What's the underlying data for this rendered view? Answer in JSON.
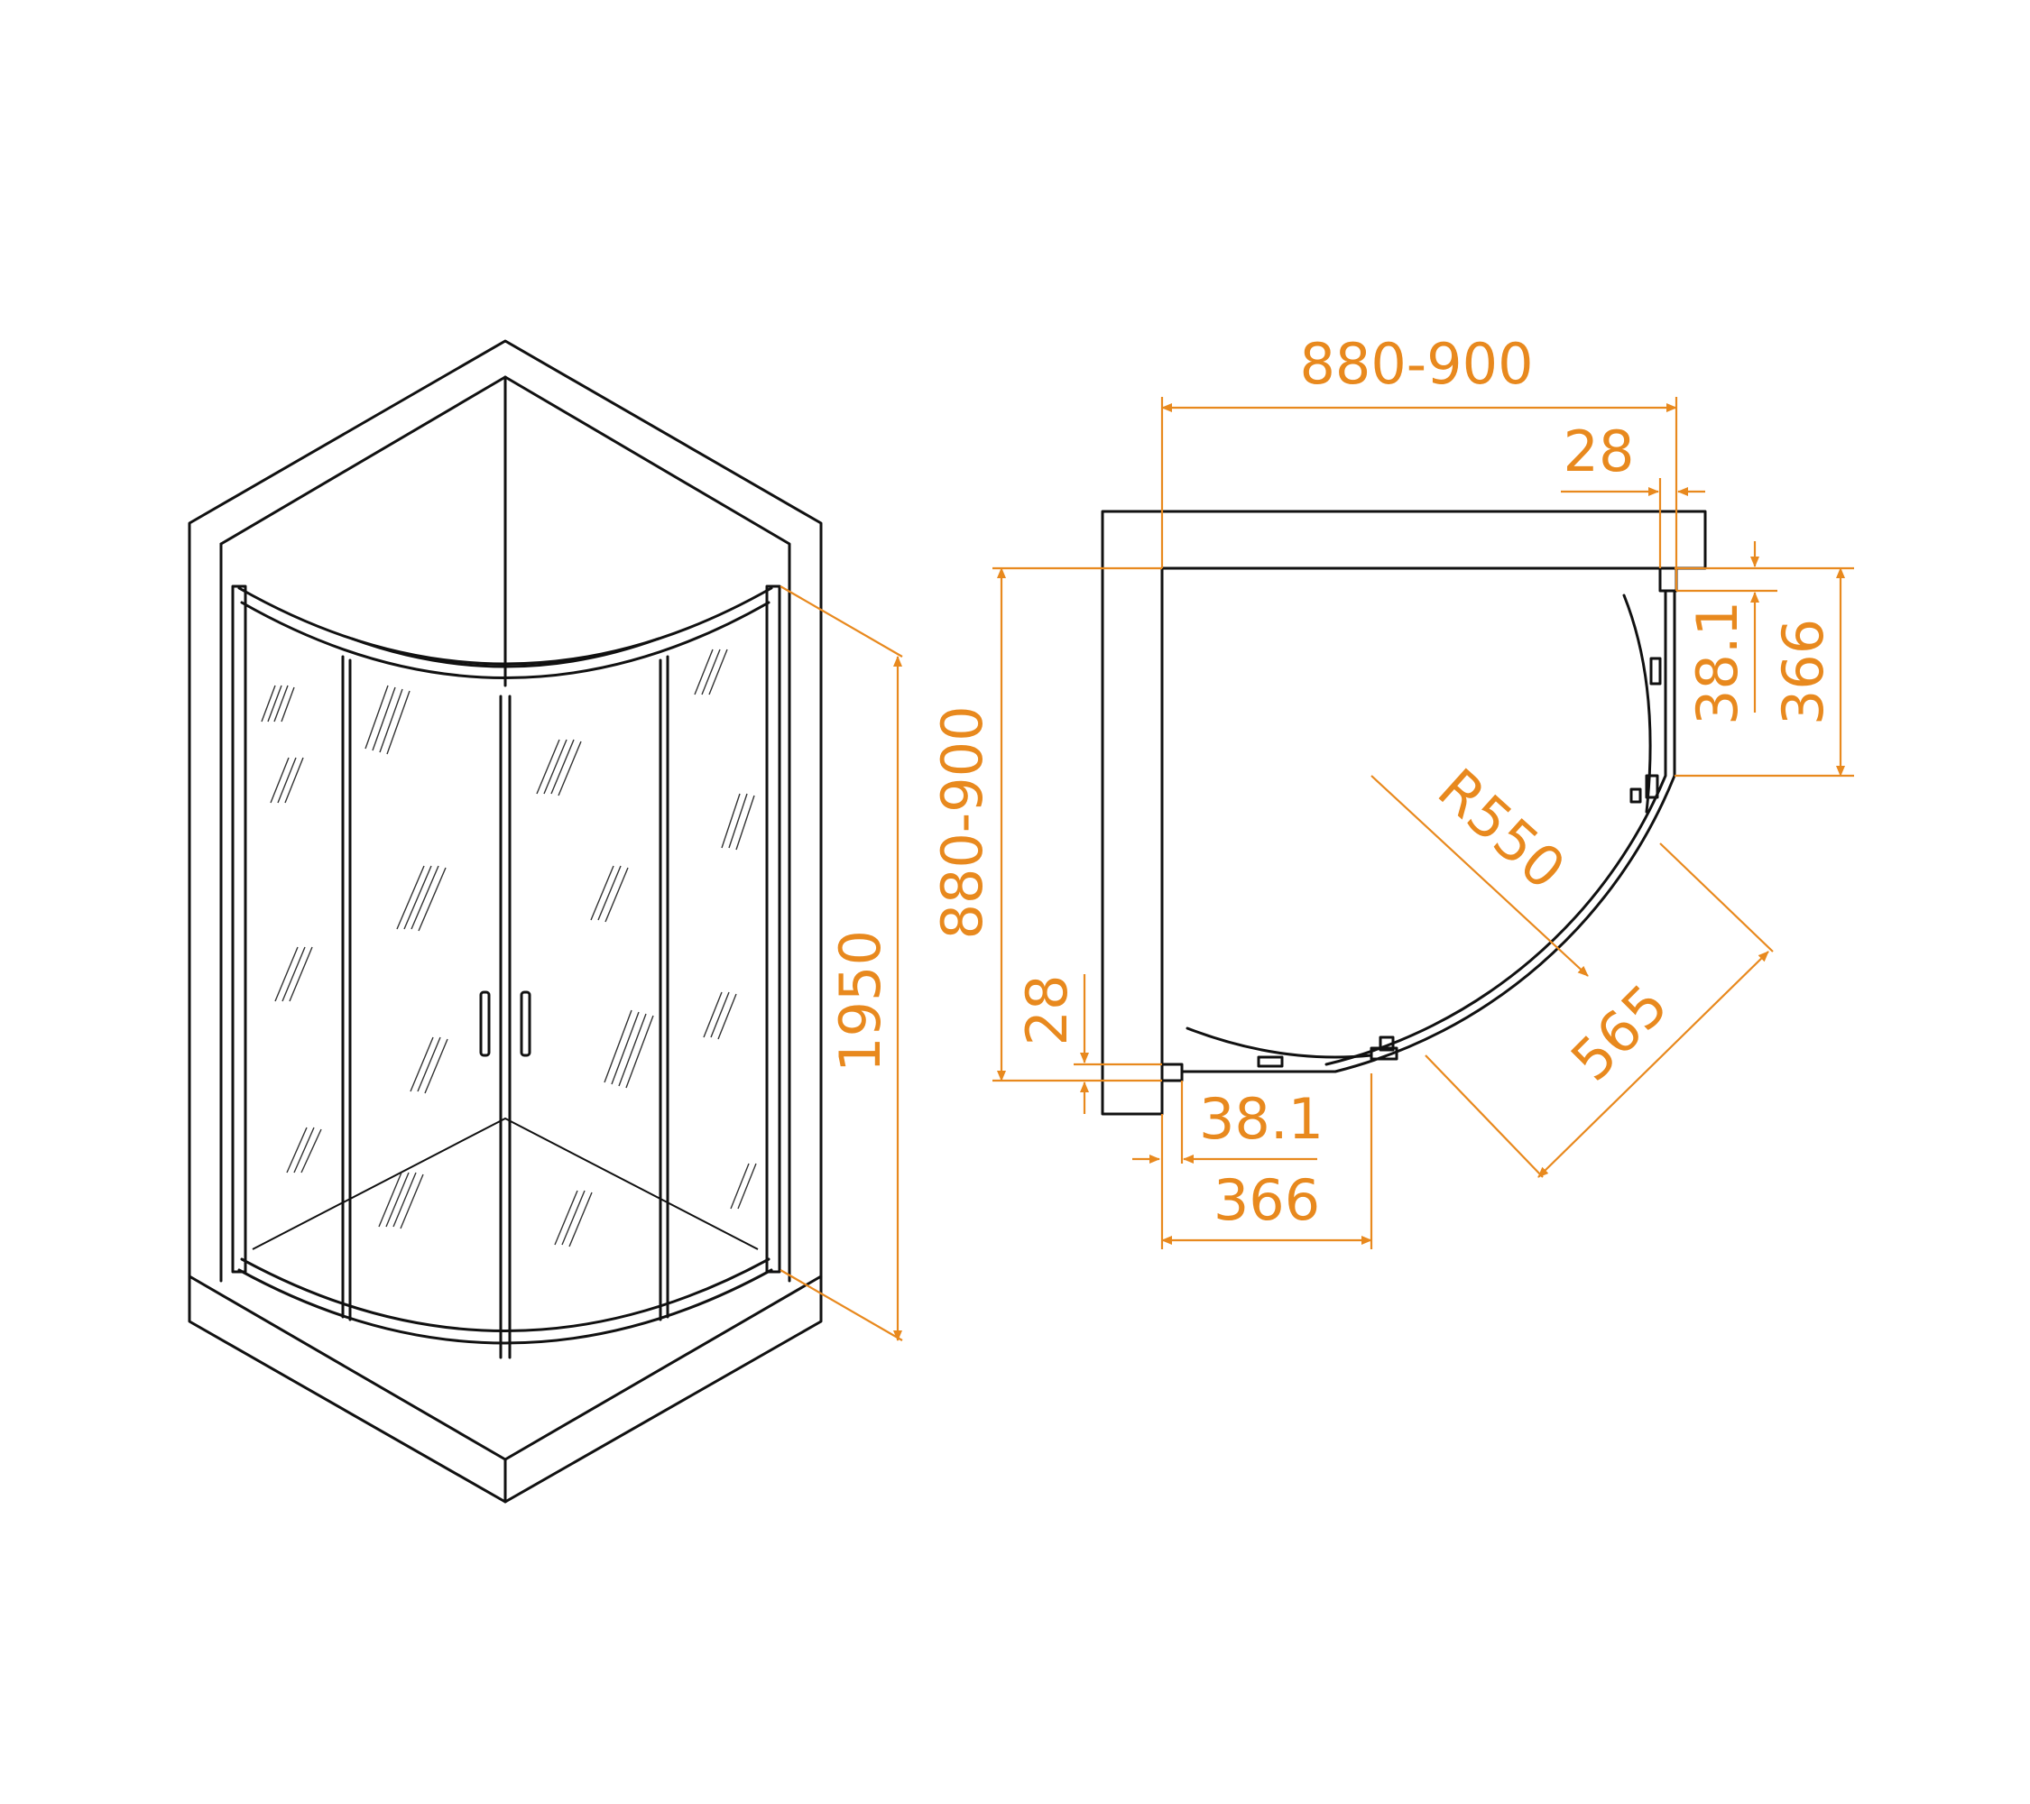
{
  "colors": {
    "line": "#111111",
    "dimension": "#e8891e",
    "background": "#ffffff"
  },
  "dimensions": {
    "height": "1950",
    "width_top": "880-900",
    "depth_left": "880-900",
    "wall_top": "28",
    "wall_left": "28",
    "offset_right": "38.1",
    "offset_bottom": "38.1",
    "leg_right": "366",
    "leg_bottom": "366",
    "radius": "R550",
    "diagonal": "565"
  }
}
